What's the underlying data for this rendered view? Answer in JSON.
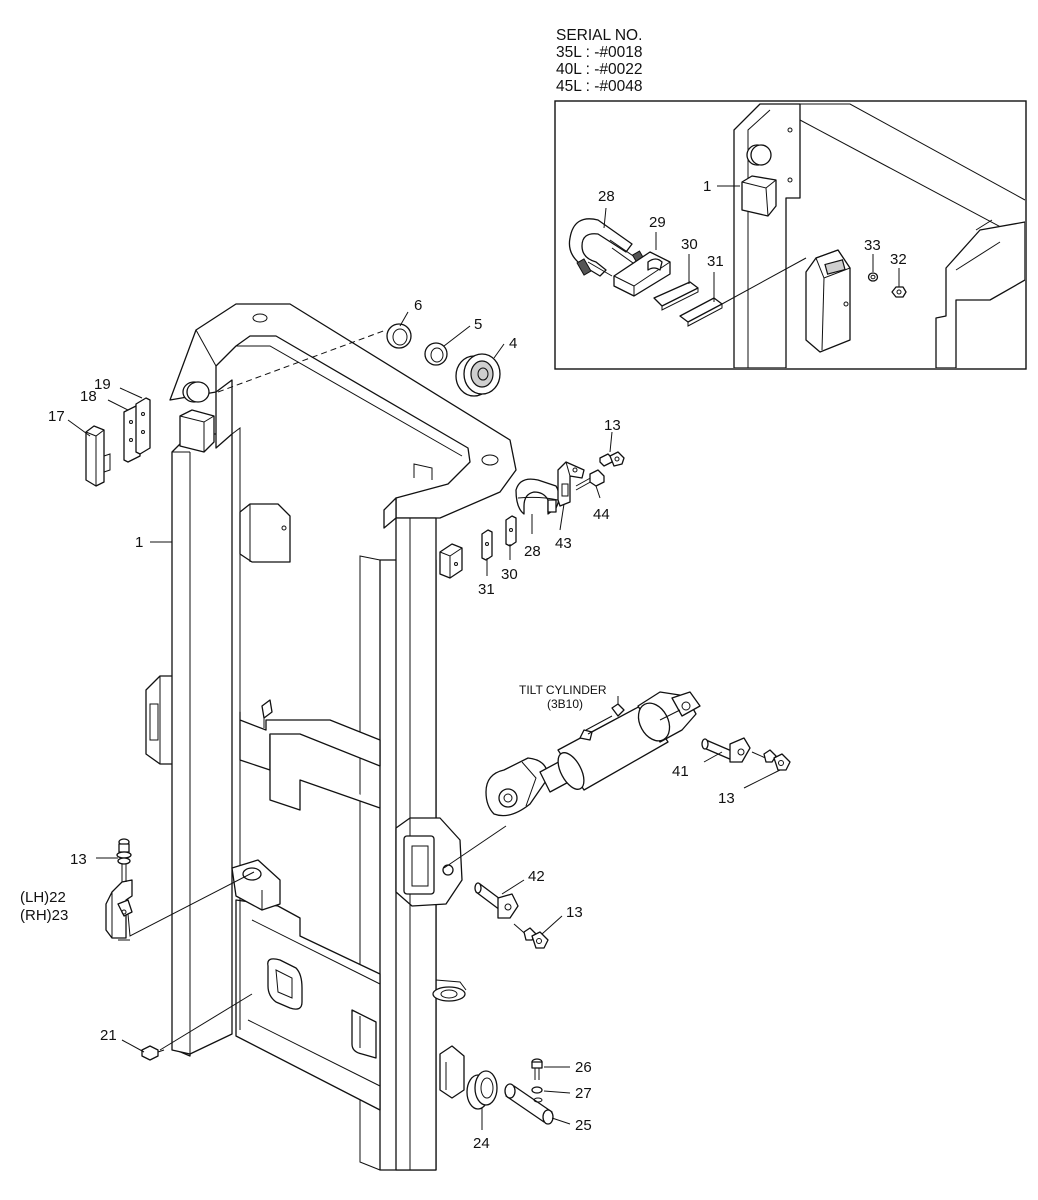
{
  "serial_block": {
    "title": "SERIAL NO.",
    "lines": [
      "35L : -#0018",
      "40L : -#0022",
      "45L : -#0048"
    ]
  },
  "assembly_label": {
    "name": "TILT CYLINDER",
    "ref": "(3B10)"
  },
  "callouts": {
    "p1": "1",
    "p4": "4",
    "p5": "5",
    "p6": "6",
    "p13a": "13",
    "p13b": "13",
    "p13c": "13",
    "p13d": "13",
    "p17": "17",
    "p18": "18",
    "p19": "19",
    "p21": "21",
    "p22": "(LH)22",
    "p23": "(RH)23",
    "p24": "24",
    "p25": "25",
    "p26": "26",
    "p27": "27",
    "p28": "28",
    "p30": "30",
    "p31": "31",
    "p41": "41",
    "p42": "42",
    "p43": "43",
    "p44": "44"
  },
  "inset_callouts": {
    "p1": "1",
    "p28": "28",
    "p29": "29",
    "p30": "30",
    "p31": "31",
    "p32": "32",
    "p33": "33"
  }
}
